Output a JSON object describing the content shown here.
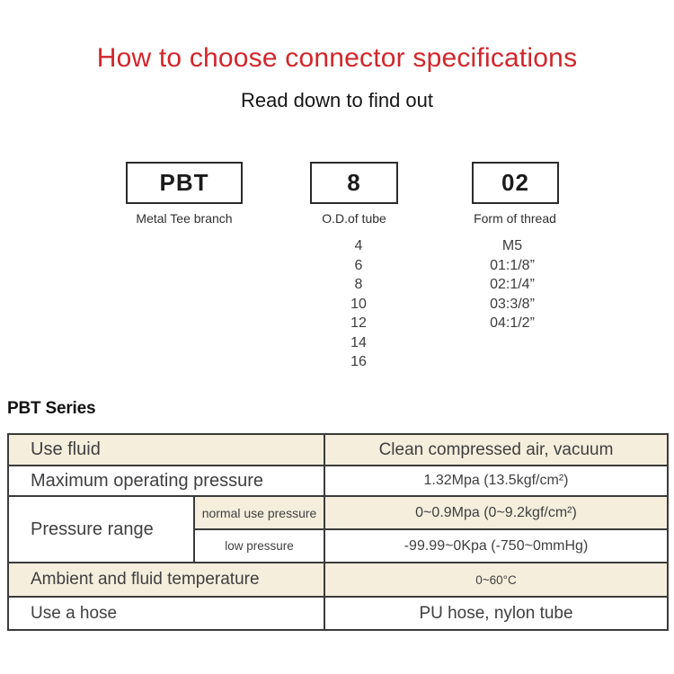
{
  "page": {
    "title": "How to choose connector specifications",
    "subtitle": "Read down to find out",
    "accent_color": "#d2262b",
    "highlight_color": "#f5eedd"
  },
  "code_builder": {
    "boxes": [
      {
        "code": "PBT",
        "caption": "Metal Tee branch"
      },
      {
        "code": "8",
        "caption": "O.D.of tube"
      },
      {
        "code": "02",
        "caption": "Form of thread"
      }
    ],
    "tube_od_options": [
      "4",
      "6",
      "8",
      "10",
      "12",
      "14",
      "16"
    ],
    "thread_options": [
      "M5",
      "01:1/8”",
      "02:1/4”",
      "03:3/8”",
      "04:1/2”"
    ]
  },
  "spec_table": {
    "heading": "PBT Series",
    "specs": {
      "fluid": {
        "label": "Use fluid",
        "value": "Clean compressed air, vacuum"
      },
      "max_pressure": {
        "label": "Maximum operating pressure",
        "value": "1.32Mpa (13.5kgf/cm²)"
      },
      "pressure_range": {
        "label": "Pressure range",
        "normal": {
          "label": "normal use pressure",
          "value": "0~0.9Mpa (0~9.2kgf/cm²)"
        },
        "low": {
          "label": "low pressure",
          "value": "-99.99~0Kpa (-750~0mmHg)"
        }
      },
      "temperature": {
        "label": "Ambient and fluid temperature",
        "value": "0~60°C"
      },
      "hose": {
        "label": "Use a hose",
        "value": "PU hose, nylon tube"
      }
    }
  }
}
